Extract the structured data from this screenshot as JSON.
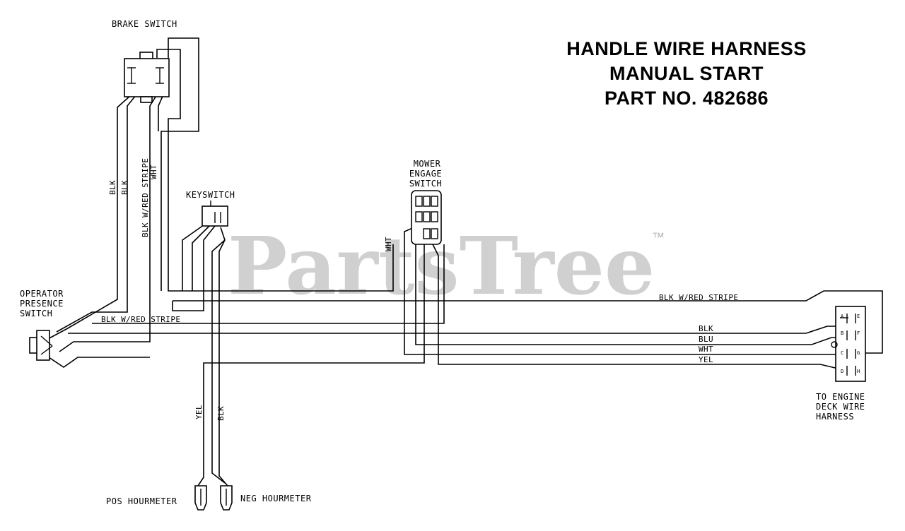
{
  "title_lines": [
    "HANDLE WIRE HARNESS",
    "MANUAL START",
    "PART NO. 482686"
  ],
  "watermark": {
    "text": "PartsTree",
    "trademark": "™"
  },
  "components": {
    "brake_switch": "BRAKE SWITCH",
    "keyswitch": "KEYSWITCH",
    "mower_engage": [
      "MOWER",
      "ENGAGE",
      "SWITCH"
    ],
    "operator_presence": [
      "OPERATOR",
      "PRESENCE",
      "SWITCH"
    ],
    "engine_harness": [
      "TO ENGINE",
      "DECK WIRE",
      "HARNESS"
    ],
    "pos_hourmeter": "POS HOURMETER",
    "neg_hourmeter": "NEG HOURMETER"
  },
  "wire_labels": {
    "blk_1": "BLK",
    "blk_2": "BLK",
    "blk_red_vertical": "BLK W/RED STRIPE",
    "wht_vertical": "WHT",
    "wht_mower": "WHT",
    "blk_red_top": "BLK W/RED STRIPE",
    "blk_red_left": "BLK W/RED STRIPE",
    "run_blk": "BLK",
    "run_blu": "BLU",
    "run_wht": "WHT",
    "run_yel": "YEL",
    "hour_yel": "YEL",
    "hour_blk": "BLK"
  },
  "connector_pins": {
    "left": [
      "A",
      "B",
      "C",
      "D"
    ],
    "right": [
      "E",
      "F",
      "G",
      "H"
    ]
  },
  "colors": {
    "line": "#000000",
    "watermark": "#c8c8c8",
    "background": "#ffffff"
  }
}
